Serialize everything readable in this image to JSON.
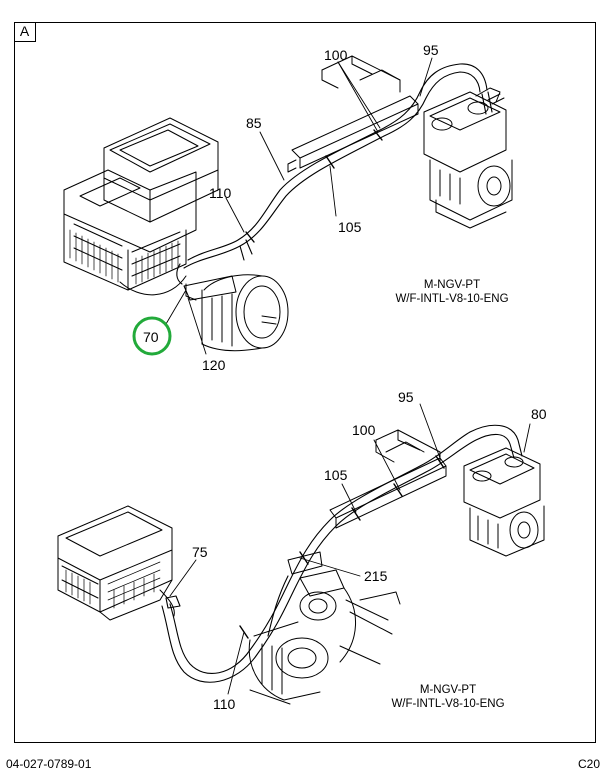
{
  "section_label": "A",
  "upper_view": {
    "callouts": {
      "c100": "100",
      "c95": "95",
      "c85": "85",
      "c110": "110",
      "c105": "105",
      "c70": "70",
      "c120": "120"
    },
    "note": [
      "M-NGV-PT",
      "W/F-INTL-V8-10-ENG"
    ]
  },
  "lower_view": {
    "callouts": {
      "c95": "95",
      "c80": "80",
      "c100": "100",
      "c105": "105",
      "c75": "75",
      "c215": "215",
      "c110": "110"
    },
    "note": [
      "M-NGV-PT",
      "W/F-INTL-V8-10-ENG"
    ]
  },
  "highlight_color": "#22aa3a",
  "footer": {
    "document_number": "04-027-0789-01",
    "page_code": "C20"
  }
}
